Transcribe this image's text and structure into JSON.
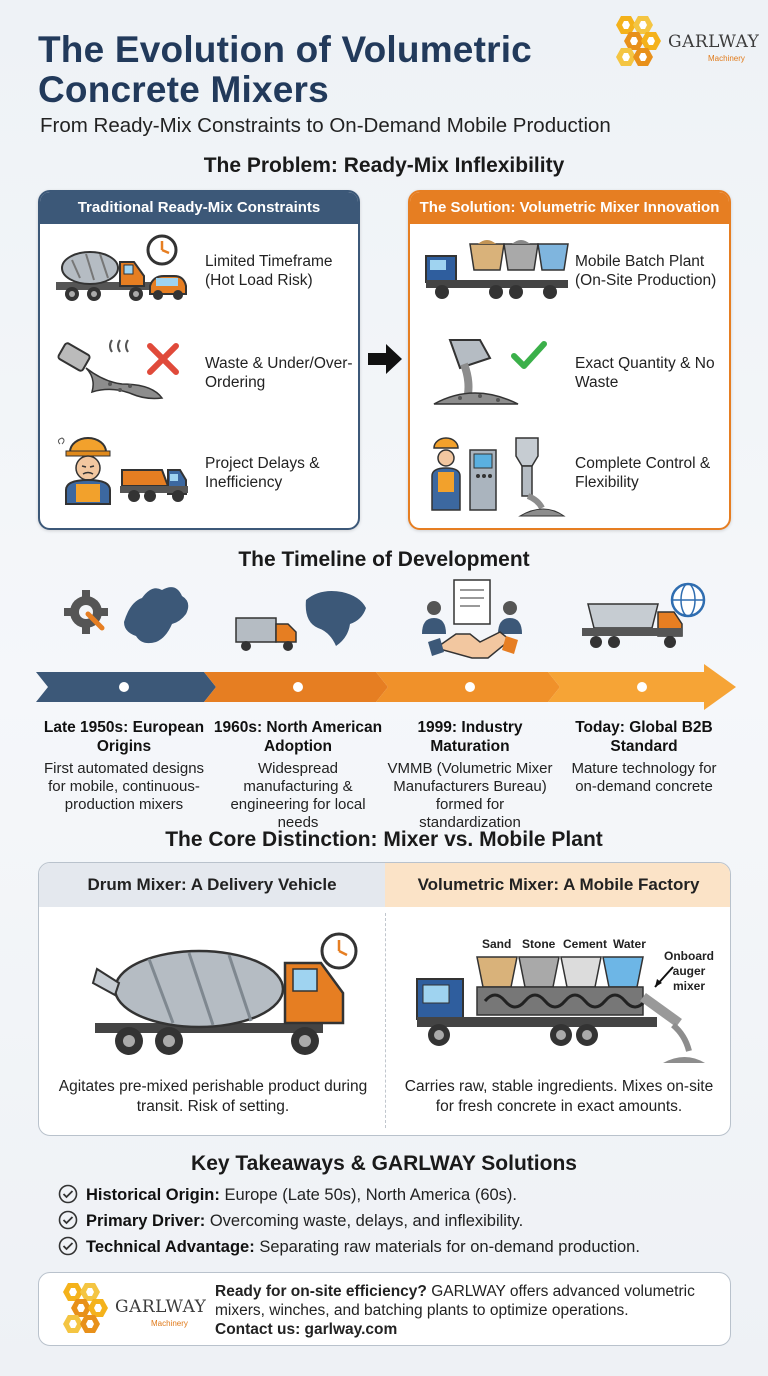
{
  "header": {
    "title": "The Evolution of Volumetric Concrete Mixers",
    "subtitle": "From Ready-Mix Constraints to On-Demand Mobile Production",
    "logo_name": "GARLWAY",
    "logo_sub": "Machinery"
  },
  "problem": {
    "heading": "The Problem: Ready-Mix Inflexibility",
    "left_title": "Traditional Ready-Mix Constraints",
    "right_title": "The Solution: Volumetric Mixer Innovation",
    "left_items": [
      {
        "label": "Limited Timeframe (Hot Load Risk)",
        "icon": "ready-mix-truck-clock-icon"
      },
      {
        "label": "Waste & Under/Over-Ordering",
        "icon": "spilled-concrete-cross-icon"
      },
      {
        "label": "Project Delays & Inefficiency",
        "icon": "frustrated-worker-dump-truck-icon"
      }
    ],
    "right_items": [
      {
        "label": "Mobile Batch Plant (On-Site Production)",
        "icon": "volumetric-truck-icon"
      },
      {
        "label": "Exact Quantity & No Waste",
        "icon": "pouring-chute-check-icon"
      },
      {
        "label": "Complete Control & Flexibility",
        "icon": "worker-control-panel-icon"
      }
    ]
  },
  "timeline": {
    "heading": "The Timeline of Development",
    "events": [
      {
        "title": "Late 1950s: European Origins",
        "desc": "First automated designs for mobile, continuous-production mixers",
        "icon": "gear-europe-map-icon",
        "color": "#3c5878"
      },
      {
        "title": "1960s: North American Adoption",
        "desc": "Widespread manufacturing & engineering for local needs",
        "icon": "truck-north-america-map-icon",
        "color": "#e67e22"
      },
      {
        "title": "1999: Industry Maturation",
        "desc": "VMMB (Volumetric Mixer Manufacturers Bureau) formed for standardization",
        "icon": "handshake-document-icon",
        "color": "#f0912a"
      },
      {
        "title": "Today: Global B2B Standard",
        "desc": "Mature technology for on-demand concrete",
        "icon": "volumetric-truck-globe-icon",
        "color": "#f6a436"
      }
    ]
  },
  "compare": {
    "heading": "The Core Distinction: Mixer vs. Mobile Plant",
    "left_title": "Drum Mixer: A Delivery Vehicle",
    "right_title": "Volumetric Mixer: A Mobile Factory",
    "left_text": "Agitates pre-mixed perishable product during transit. Risk of setting.",
    "right_text": "Carries raw, stable ingredients. Mixes on-site for fresh concrete in exact amounts.",
    "bins": [
      "Sand",
      "Stone",
      "Cement",
      "Water"
    ],
    "auger_label": "Onboard auger mixer"
  },
  "takeaways": {
    "heading": "Key Takeaways & GARLWAY Solutions",
    "items": [
      {
        "bold": "Historical Origin:",
        "text": "Europe (Late 50s), North America (60s)."
      },
      {
        "bold": "Primary Driver:",
        "text": "Overcoming waste, delays, and inflexibility."
      },
      {
        "bold": "Technical Advantage:",
        "text": "Separating raw materials for on-demand production."
      }
    ]
  },
  "footer": {
    "bold_lead": "Ready for on-site efficiency?",
    "text": "GARLWAY offers advanced volumetric mixers, winches, and batching plants to optimize operations.",
    "contact": "Contact us: garlway.com"
  },
  "colors": {
    "navy": "#3c5878",
    "orange": "#e67e22",
    "title": "#223a5b"
  }
}
